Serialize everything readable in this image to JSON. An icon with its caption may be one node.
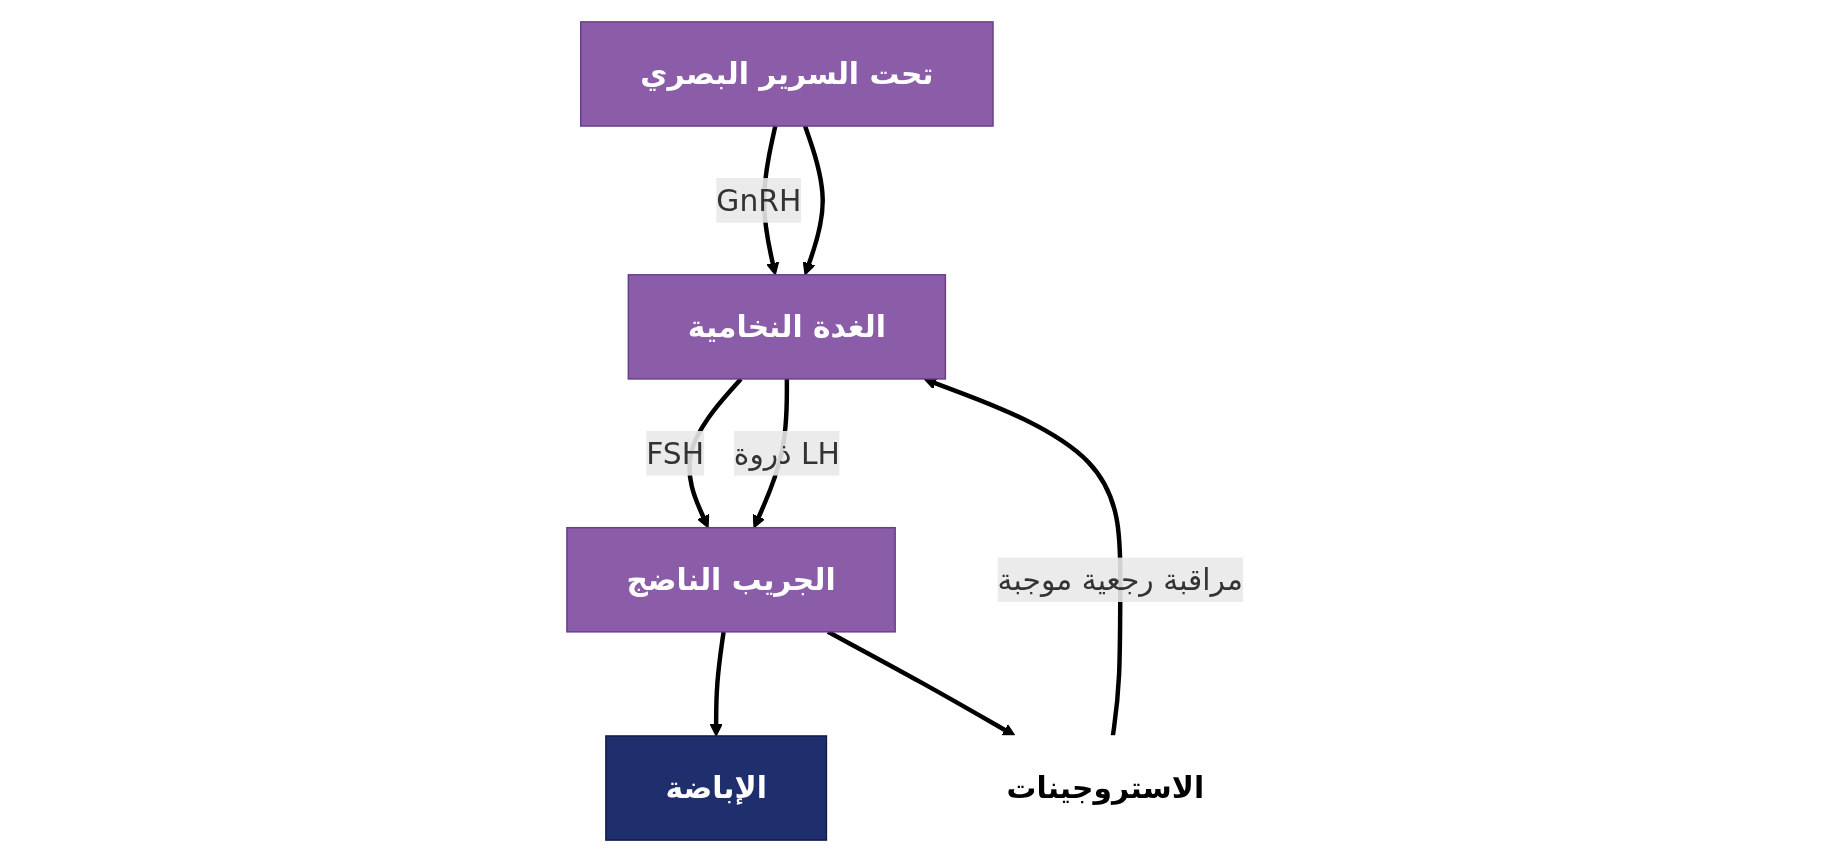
{
  "diagram": {
    "nodes": [
      {
        "text": [
          "تحت السرير البصري"
        ]
      },
      {
        "text": [
          "الغدة النخامية"
        ]
      },
      {
        "text": [
          "الجريب الناضج"
        ]
      },
      {
        "text": [
          "الإباضة"
        ]
      },
      {
        "text": [
          "الاستروجينات"
        ]
      }
    ],
    "edges": [
      {
        "from": 0,
        "to": 1,
        "arrow": "to",
        "label": "GnRH"
      },
      {
        "from": 1,
        "to": 2,
        "arrow": "to",
        "label": "FSH"
      },
      {
        "from": 1,
        "to": 2,
        "arrow": "to",
        "label": "ذروة LH"
      },
      {
        "from": 2,
        "to": 3,
        "arrow": "to"
      },
      {
        "from": 2,
        "to": 4,
        "arrow": "to"
      },
      {
        "from": 0,
        "to": 1,
        "arrow": "to"
      },
      {
        "from": 4,
        "to": 1,
        "arrow": "to",
        "label": "مراقبة رجعية موجبة"
      }
    ]
  }
}
